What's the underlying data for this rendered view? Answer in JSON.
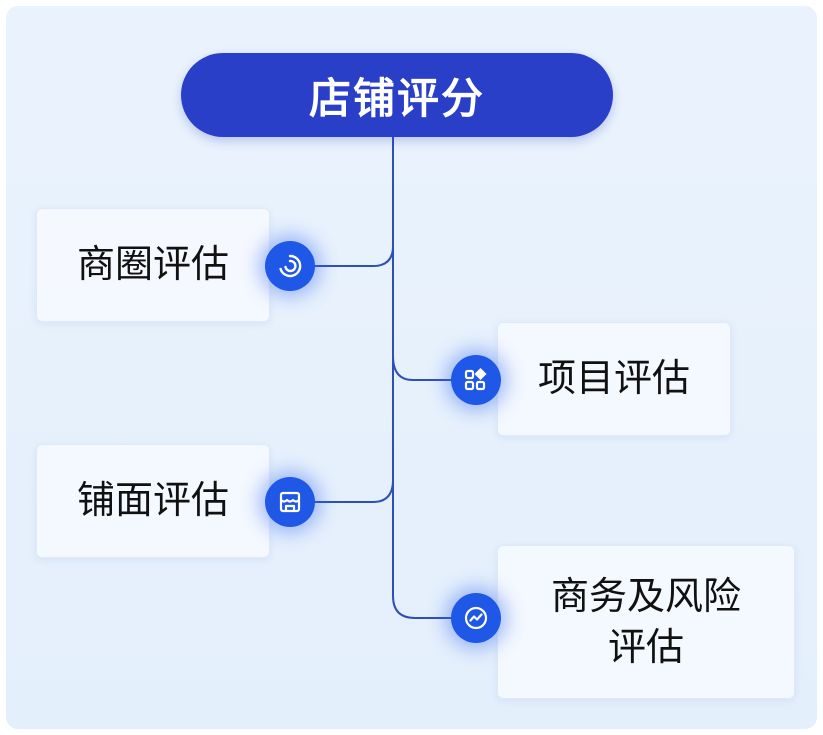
{
  "title": "店铺评分",
  "nodes": [
    {
      "label": "商圈评估",
      "icon": "circle-swirl-icon"
    },
    {
      "label": "项目评估",
      "icon": "app-grid-icon"
    },
    {
      "label": "铺面评估",
      "icon": "storefront-icon"
    },
    {
      "label": "商务及风险评估",
      "line1": "商务及风险",
      "line2": "评估",
      "icon": "trend-chart-icon"
    }
  ],
  "colors": {
    "title_bg": "#2a3fc8",
    "icon_bg": "#1f57e6",
    "line": "#2f4fb8",
    "background": "#e8f2fd"
  }
}
